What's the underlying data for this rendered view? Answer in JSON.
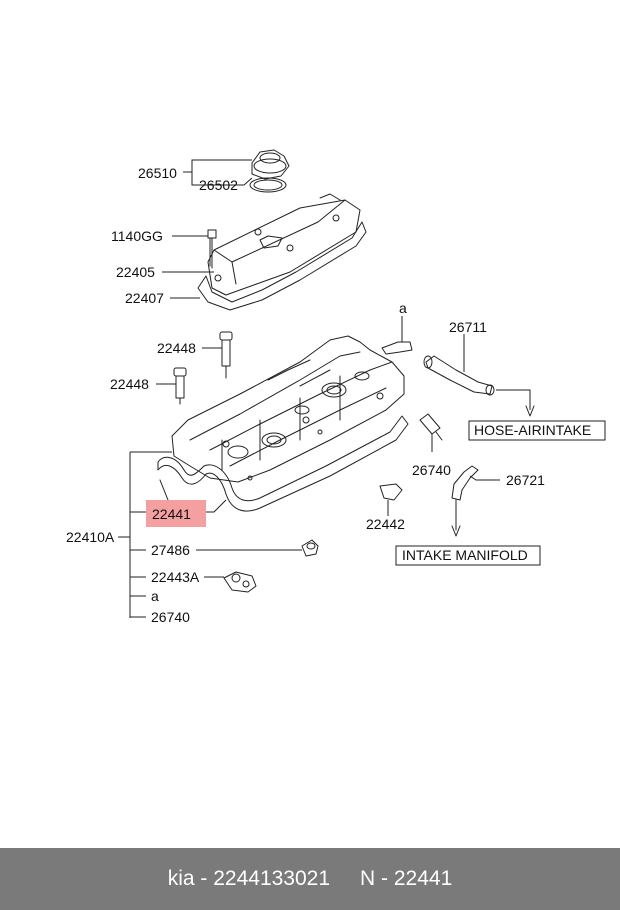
{
  "labels": {
    "p26510": "26510",
    "p26502": "26502",
    "p1140GG": "1140GG",
    "p22405": "22405",
    "p22407": "22407",
    "p22448a": "22448",
    "p22448b": "22448",
    "pa_top": "a",
    "p26711": "26711",
    "hose_airintake": "HOSE-AIRINTAKE",
    "p26740_right": "26740",
    "p26721": "26721",
    "p22442": "22442",
    "intake_manifold": "INTAKE MANIFOLD",
    "p22441": "22441",
    "p22410A": "22410A",
    "p27486": "27486",
    "p22443A": "22443A",
    "pa_left": "a",
    "p26740_left": "26740"
  },
  "colors": {
    "highlight": "#f4a0a0",
    "footer_bg": "#7a7a7a"
  },
  "footer": {
    "brand_part": "kia - 2244133021",
    "ref": "N - 22441"
  }
}
